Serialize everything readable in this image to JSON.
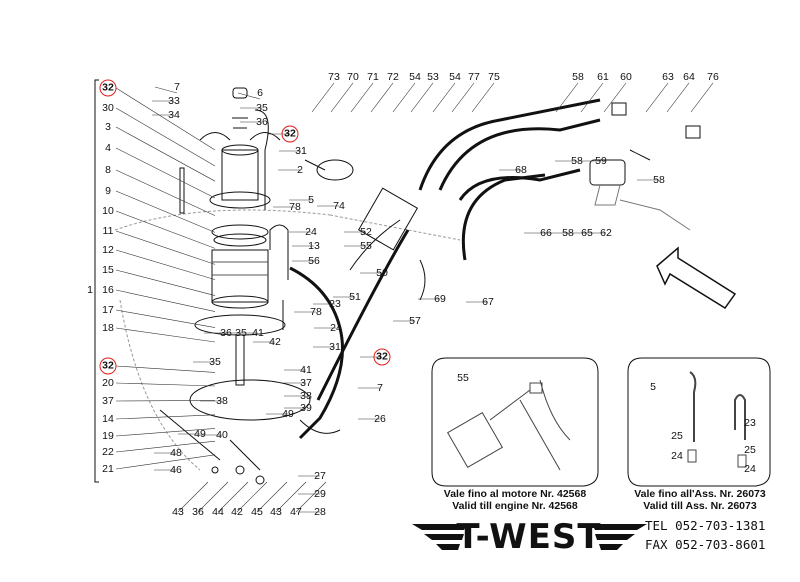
{
  "callouts": {
    "left_column": [
      "32",
      "30",
      "3",
      "4",
      "8",
      "9",
      "10",
      "11",
      "12",
      "15",
      "16",
      "17",
      "18",
      "32",
      "20",
      "37",
      "14",
      "19",
      "22",
      "21"
    ],
    "group_label": "1",
    "pump": [
      "7",
      "33",
      "34",
      "6",
      "35",
      "36",
      "32",
      "31",
      "2",
      "5",
      "78",
      "24",
      "13",
      "56",
      "23",
      "78",
      "24",
      "31",
      "32",
      "41",
      "37",
      "38",
      "39",
      "36",
      "35",
      "41",
      "42",
      "38",
      "40",
      "49",
      "49",
      "48",
      "46",
      "26",
      "7",
      "27",
      "29",
      "28",
      "35"
    ],
    "bottom_row": [
      "43",
      "36",
      "44",
      "42",
      "45",
      "43",
      "47"
    ],
    "filter": [
      "73",
      "70",
      "71",
      "72",
      "54",
      "53",
      "54",
      "77",
      "75",
      "74",
      "52",
      "55",
      "50",
      "51",
      "57",
      "69",
      "66",
      "67",
      "68"
    ],
    "right": [
      "58",
      "61",
      "60",
      "63",
      "64",
      "76",
      "58",
      "59",
      "58",
      "65",
      "58",
      "62"
    ]
  },
  "highlighted_callout": "32",
  "highlight_color": "#e0201c",
  "inset_engine": {
    "callouts": [
      "55"
    ],
    "caption_it": "Vale fino al motore Nr. 42568",
    "caption_en": "Valid till engine Nr. 42568"
  },
  "inset_chassis": {
    "callouts": [
      "5",
      "23",
      "25",
      "25",
      "24",
      "24"
    ],
    "caption_it": "Vale fino all'Ass. Nr. 26073",
    "caption_en": "Valid till Ass. Nr. 26073"
  },
  "brand": {
    "logo_text": "T-WEST",
    "tel": "TEL  052-703-1381",
    "fax": "FAX  052-703-8601"
  }
}
